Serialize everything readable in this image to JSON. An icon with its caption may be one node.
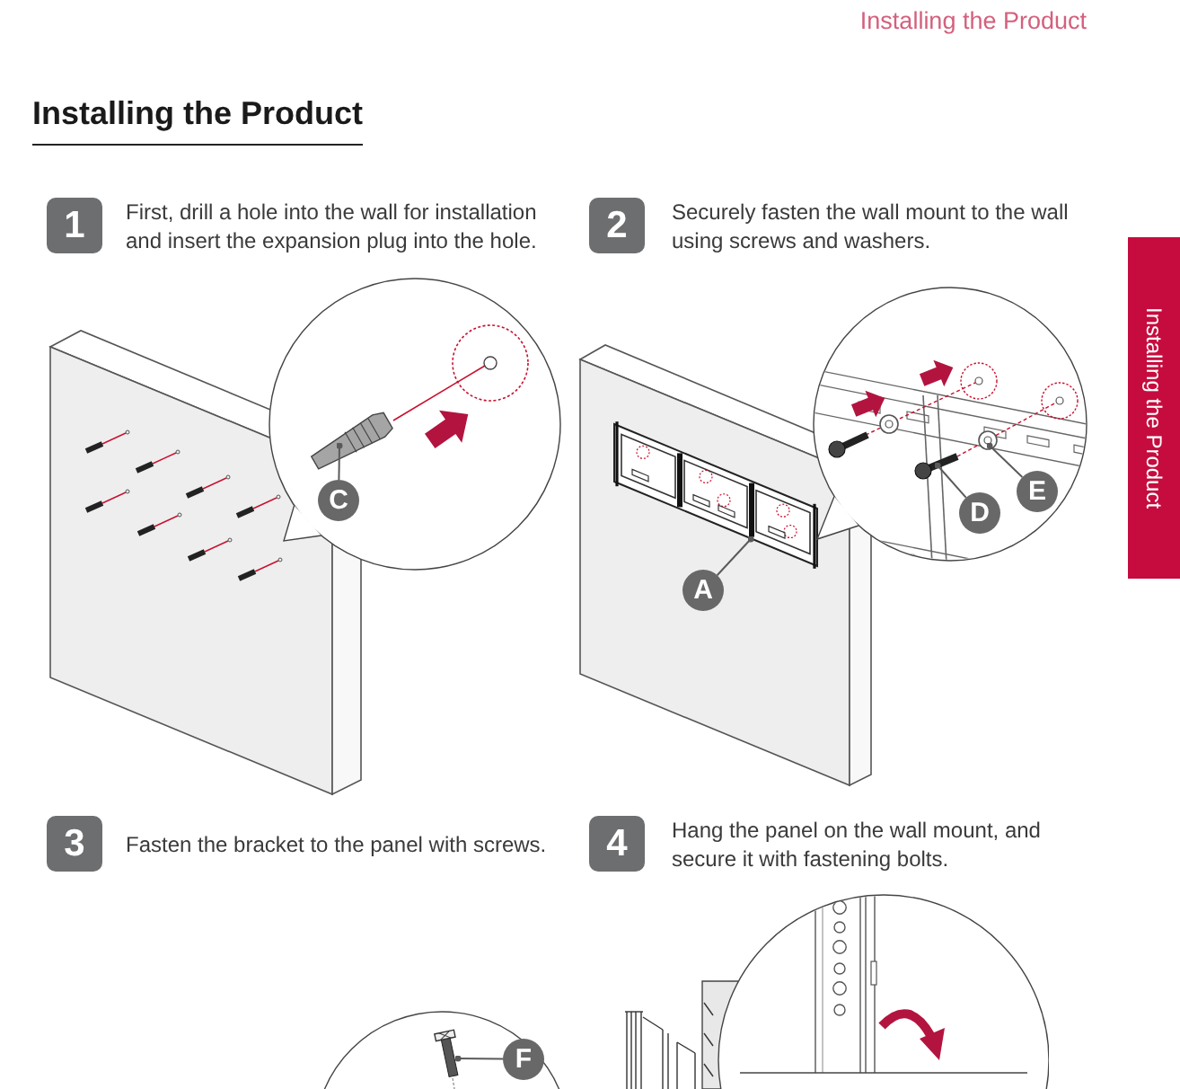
{
  "diagram": {
    "title": "Installing the Product",
    "nodes": [
      {
        "text": [
          "1"
        ],
        "beside": [
          "First, drill a hole into the wall for installation and insert the expansion plug into the hole."
        ]
      },
      {
        "text": [
          "C"
        ]
      },
      {
        "text": [
          "2"
        ],
        "beside": [
          "Securely fasten the wall mount to the wall using screws and washers."
        ]
      },
      {
        "text": [
          "D"
        ]
      },
      {
        "text": [
          "E"
        ]
      },
      {
        "text": [
          "A"
        ]
      },
      {
        "text": [
          "Installing the Product"
        ]
      },
      {
        "text": [
          "3"
        ],
        "beside": [
          "Fasten the bracket to the panel with screws."
        ]
      },
      {
        "text": [
          "F"
        ]
      },
      {
        "text": [
          "4"
        ],
        "beside": [
          "Hang the panel on the wall mount, and secure it with fastening bolts."
        ]
      }
    ],
    "edges": [
      {
        "from": 1,
        "to": null,
        "arrow": "other"
      },
      {
        "from": 3,
        "to": null,
        "arrow": "other"
      },
      {
        "from": 4,
        "to": null,
        "arrow": "other"
      },
      {
        "from": 5,
        "to": null,
        "arrow": "other"
      },
      {
        "from": 8,
        "to": null,
        "arrow": "other"
      }
    ],
    "labels": [
      "Installing the Product"
    ]
  }
}
